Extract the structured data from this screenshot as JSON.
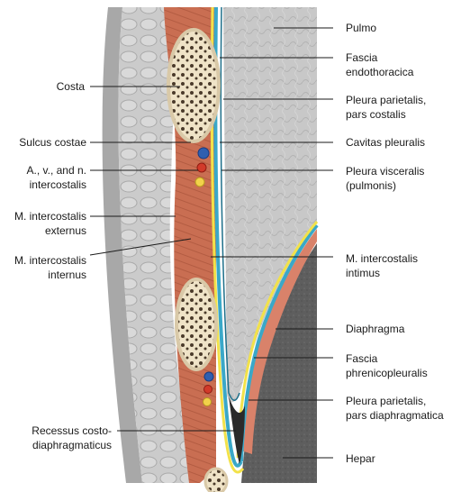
{
  "labels": {
    "pulmo": "Pulmo",
    "fascia_endothoracica": [
      "Fascia",
      "endothoracica"
    ],
    "costa": "Costa",
    "pleura_parietalis_costalis": [
      "Pleura parietalis,",
      "pars costalis"
    ],
    "sulcus_costae": "Sulcus costae",
    "cavitas_pleuralis": "Cavitas pleuralis",
    "intercostal_vessels": [
      "A., v., and n.",
      "intercostalis"
    ],
    "pleura_visceralis": [
      "Pleura visceralis",
      "(pulmonis)"
    ],
    "m_intercostalis_externus": [
      "M. intercostalis",
      "externus"
    ],
    "m_intercostalis_internus": [
      "M. intercostalis",
      "internus"
    ],
    "m_intercostalis_intimus": [
      "M. intercostalis",
      "intimus"
    ],
    "diaphragma": "Diaphragma",
    "fascia_phrenicopleuralis": [
      "Fascia",
      "phrenicopleuralis"
    ],
    "pleura_parietalis_diaphragmatica": [
      "Pleura parietalis,",
      "pars diaphragmatica"
    ],
    "recessus": [
      "Recessus costo-",
      "diaphragmaticus"
    ],
    "hepar": "Hepar"
  },
  "colors": {
    "lung": "#c9c9c9",
    "liver": "#5c5c5c",
    "muscle": "#c96e52",
    "bone": "#efe3c7",
    "pleura_blue": "#3aa8c8",
    "fascia_yellow": "#f2e24a",
    "subcutis": "#c4c4c4"
  }
}
